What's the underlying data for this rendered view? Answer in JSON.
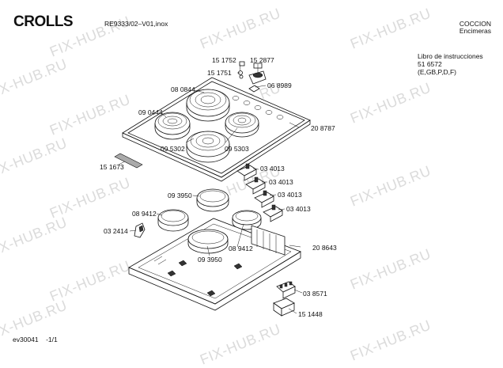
{
  "header": {
    "brand": "CROLLS",
    "model": "RE9333/02–V01,inox",
    "category": "COCCION",
    "subcategory": "Encimeras"
  },
  "document": {
    "title": "Libro de instrucciones",
    "number": "51 6572",
    "languages": "(E,GB,P,D,F)"
  },
  "footer": {
    "code": "ev30041",
    "page": "-1/1"
  },
  "watermark": "FIX-HUB.RU",
  "parts": {
    "p151752": "15 1752",
    "p152877": "15 2877",
    "p151751": "15 1751",
    "p068989": "06 8989",
    "p080844": "08 0844",
    "p090444": "09 0444",
    "p208787": "20 8787",
    "p095302": "09 5302",
    "p095303": "09 5303",
    "p151673": "15 1673",
    "p034013a": "03 4013",
    "p034013b": "03 4013",
    "p034013c": "03 4013",
    "p034013d": "03 4013",
    "p093950a": "09 3950",
    "p089412a": "08 9412",
    "p032414": "03 2414",
    "p208643": "20 8643",
    "p089412b": "08 9412",
    "p093950b": "09 3950",
    "p038571": "03 8571",
    "p151448": "15 1448"
  }
}
